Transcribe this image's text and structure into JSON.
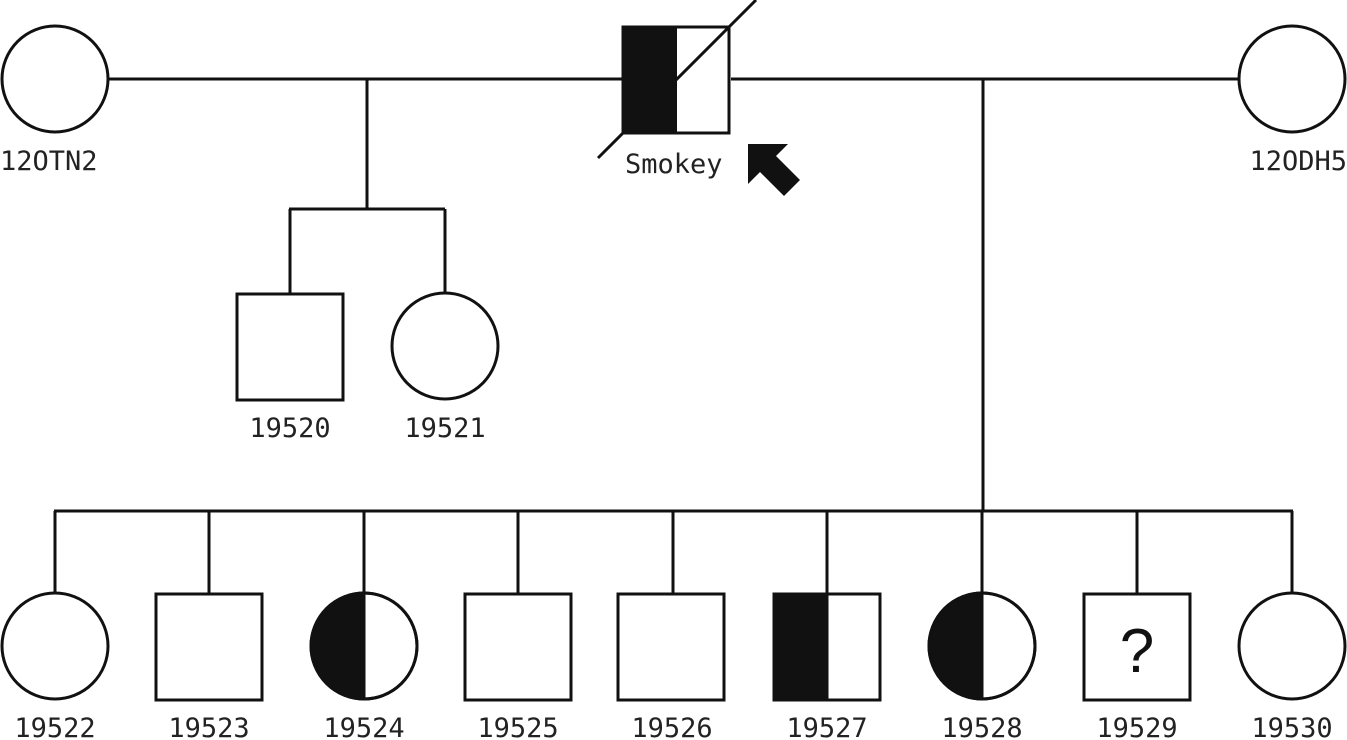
{
  "pedigree": {
    "marker_color": "#111111",
    "individuals": [
      {
        "id": "12OTN2",
        "label": "12OTN2",
        "sex": "female",
        "affected": "none"
      },
      {
        "id": "smokey",
        "label": "Smokey",
        "sex": "male",
        "affected": "half",
        "deceased": true,
        "proband": true
      },
      {
        "id": "12ODH5",
        "label": "12ODH5",
        "sex": "female",
        "affected": "none"
      },
      {
        "id": "19520",
        "label": "19520",
        "sex": "male",
        "affected": "none"
      },
      {
        "id": "19521",
        "label": "19521",
        "sex": "female",
        "affected": "none"
      },
      {
        "id": "19522",
        "label": "19522",
        "sex": "female",
        "affected": "none"
      },
      {
        "id": "19523",
        "label": "19523",
        "sex": "male",
        "affected": "none"
      },
      {
        "id": "19524",
        "label": "19524",
        "sex": "female",
        "affected": "half"
      },
      {
        "id": "19525",
        "label": "19525",
        "sex": "male",
        "affected": "none"
      },
      {
        "id": "19526",
        "label": "19526",
        "sex": "male",
        "affected": "none"
      },
      {
        "id": "19527",
        "label": "19527",
        "sex": "male",
        "affected": "half"
      },
      {
        "id": "19528",
        "label": "19528",
        "sex": "female",
        "affected": "half"
      },
      {
        "id": "19529",
        "label": "19529",
        "sex": "male",
        "affected": "unknown",
        "mark": "?"
      },
      {
        "id": "19530",
        "label": "19530",
        "sex": "female",
        "affected": "none"
      }
    ]
  }
}
